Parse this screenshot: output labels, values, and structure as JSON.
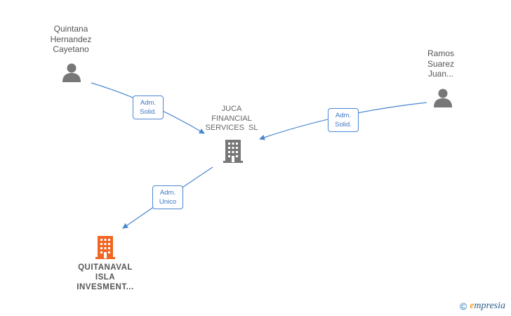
{
  "nodes": {
    "person1": {
      "lines": [
        "Quintana",
        "Hernandez",
        "Cayetano"
      ],
      "icon": "person-icon"
    },
    "person2": {
      "lines": [
        "Ramos",
        "Suarez",
        "Juan..."
      ],
      "icon": "person-icon"
    },
    "company_main": {
      "lines": [
        "JUCA",
        "FINANCIAL",
        "SERVICES  SL"
      ],
      "icon": "building-icon"
    },
    "company_target": {
      "lines": [
        "QUITANAVAL",
        "ISLA",
        "INVESMENT..."
      ],
      "icon": "building-icon"
    }
  },
  "edges": [
    {
      "from": "Quintana Hernandez Cayetano",
      "to": "JUCA FINANCIAL SERVICES SL",
      "label": [
        "Adm.",
        "Solid."
      ]
    },
    {
      "from": "Ramos Suarez Juan...",
      "to": "JUCA FINANCIAL SERVICES SL",
      "label": [
        "Adm.",
        "Solid."
      ]
    },
    {
      "from": "JUCA FINANCIAL SERVICES SL",
      "to": "QUITANAVAL ISLA INVESMENT...",
      "label": [
        "Adm.",
        "Unico"
      ]
    }
  ],
  "footer": {
    "copyright": "©",
    "brand_initial": "e",
    "brand_rest": "mpresia"
  },
  "colors": {
    "edge": "#4a86d0",
    "person": "#777777",
    "company": "#777777",
    "target": "#f26522"
  }
}
